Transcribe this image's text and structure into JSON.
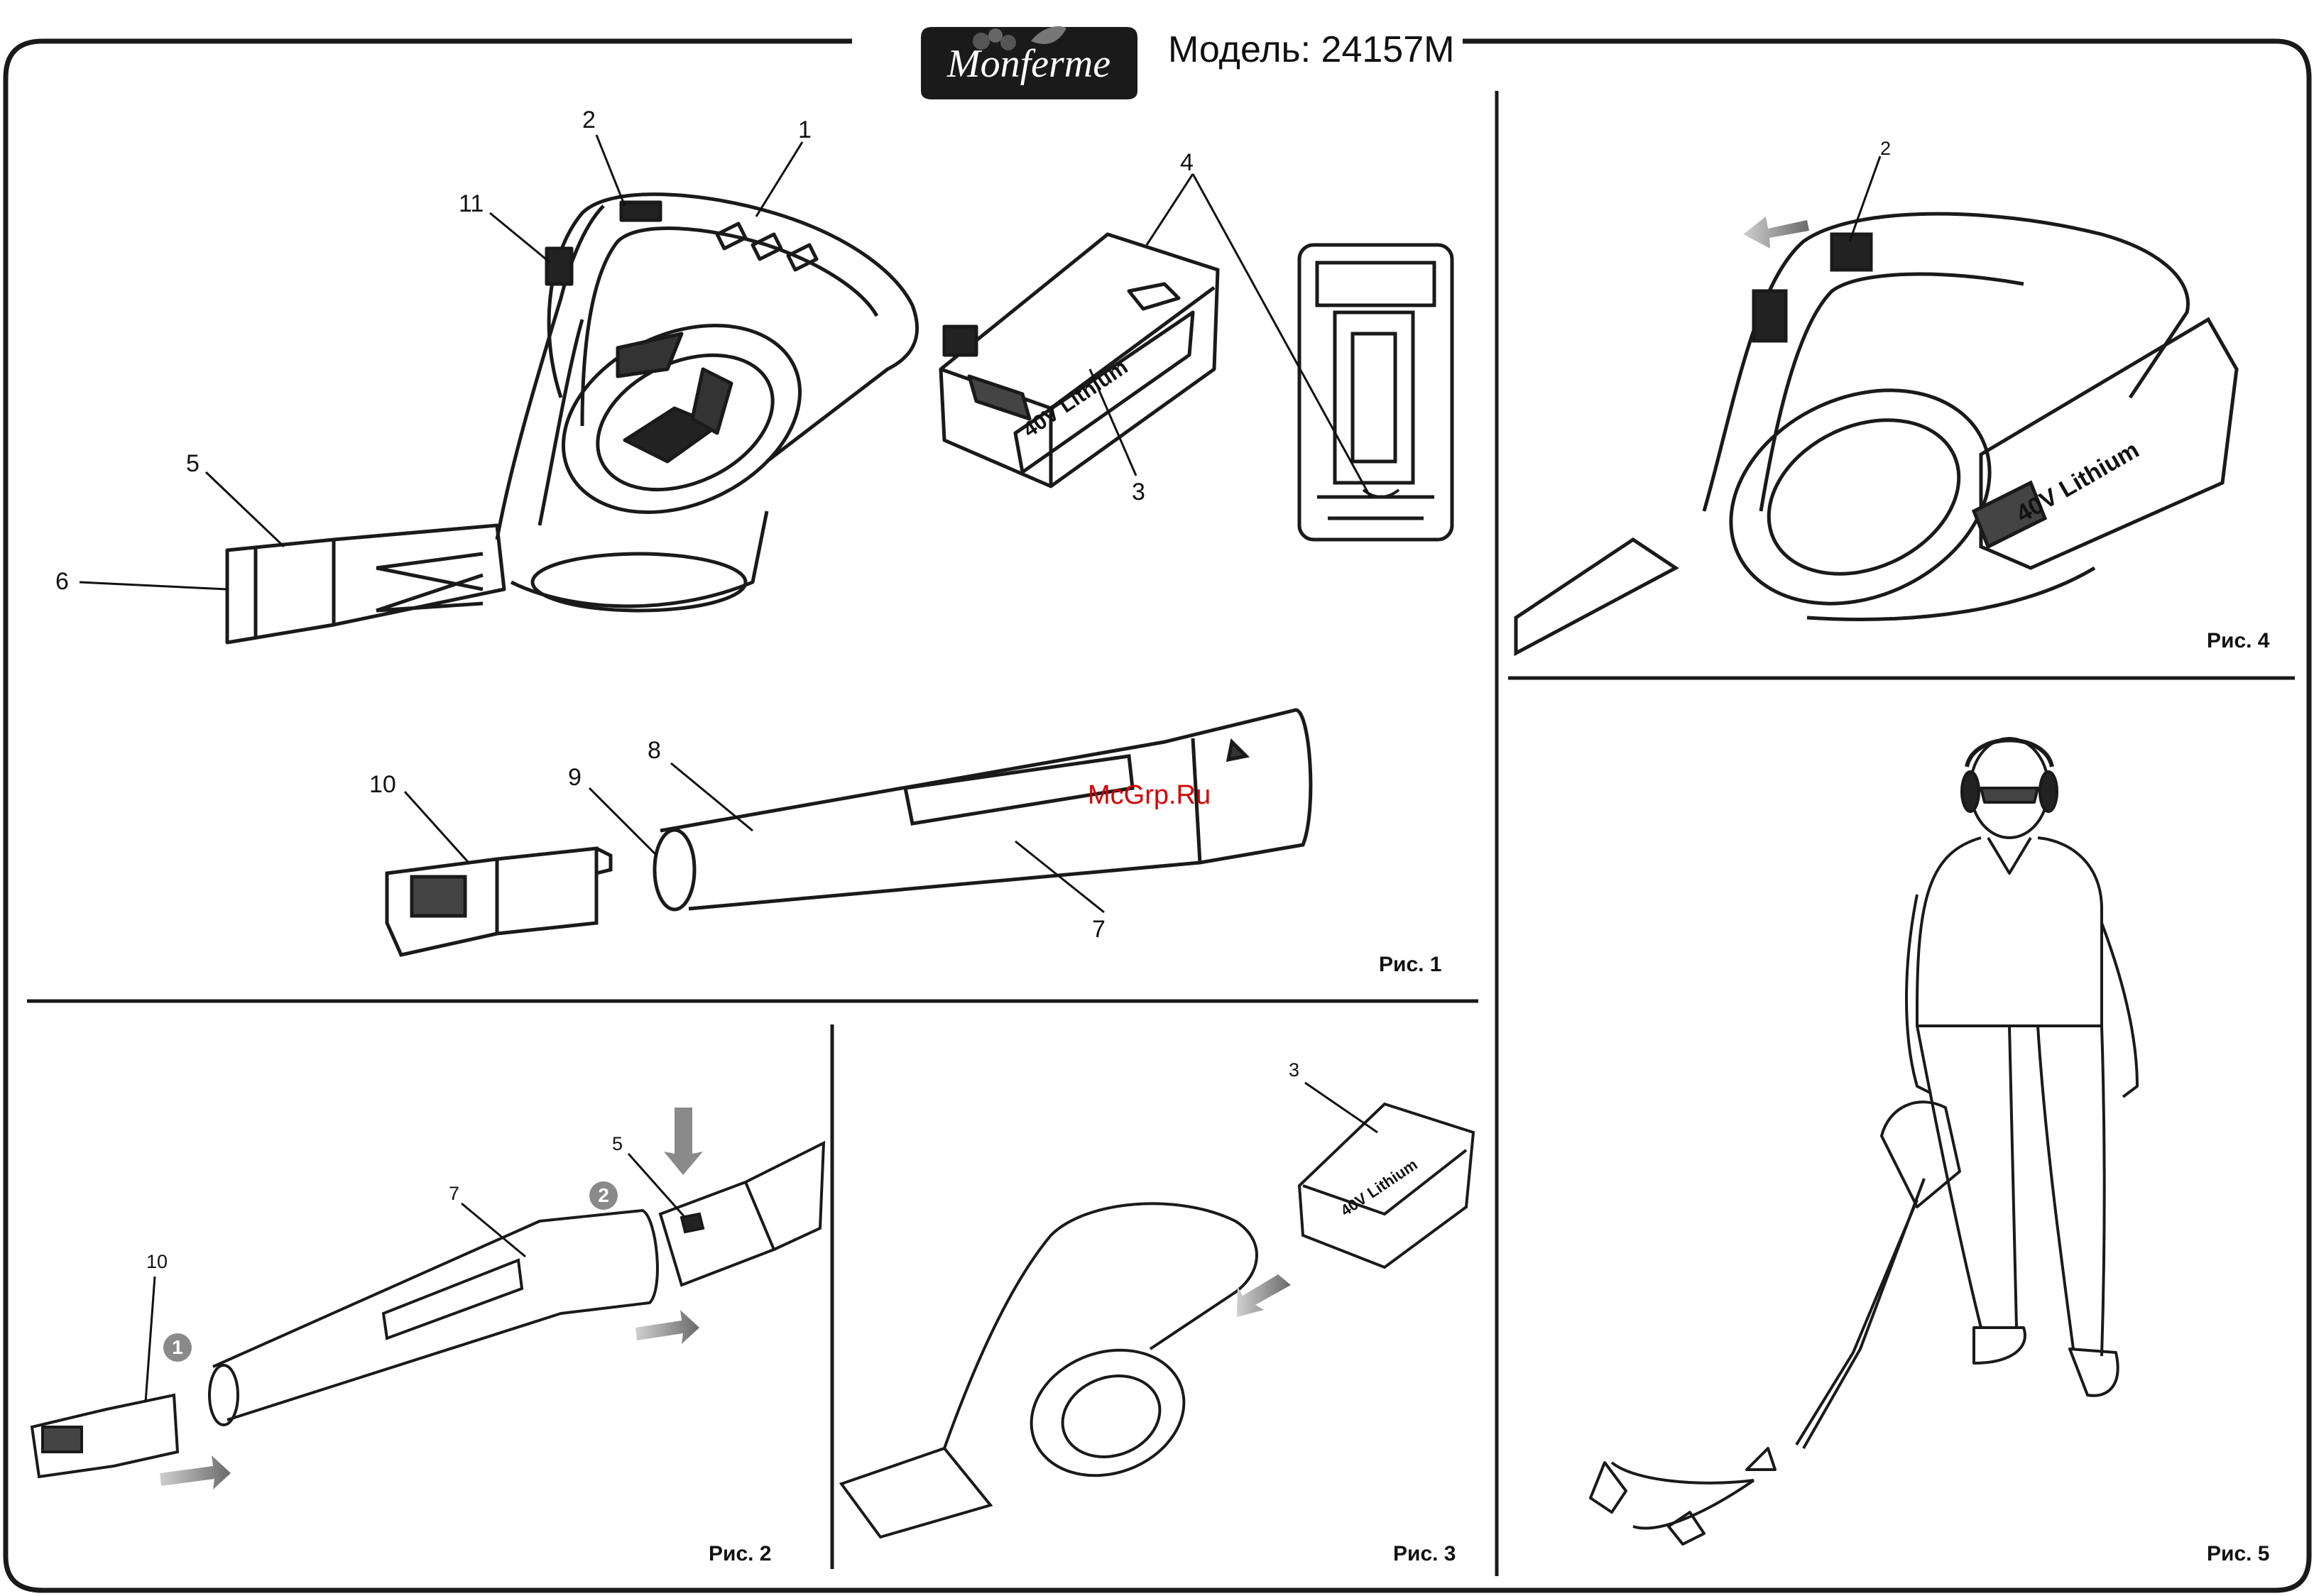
{
  "header": {
    "brand": "Monferme",
    "model": "Модель: 24157М"
  },
  "watermark": "McGrp.Ru",
  "figures": {
    "fig1": {
      "caption": "Рис. 1",
      "callouts": [
        "1",
        "2",
        "3",
        "4",
        "5",
        "6",
        "7",
        "8",
        "9",
        "10",
        "11"
      ]
    },
    "fig2": {
      "caption": "Рис. 2",
      "callouts": [
        "10",
        "7",
        "5"
      ],
      "steps": [
        "1",
        "2"
      ]
    },
    "fig3": {
      "caption": "Рис. 3",
      "callouts": [
        "3"
      ]
    },
    "fig4": {
      "caption": "Рис. 4",
      "callouts": [
        "2"
      ]
    },
    "fig5": {
      "caption": "Рис. 5"
    }
  },
  "battery_marking": "40V Lithium",
  "icons": [
    "brand-logo",
    "motion-arrow-icon"
  ]
}
